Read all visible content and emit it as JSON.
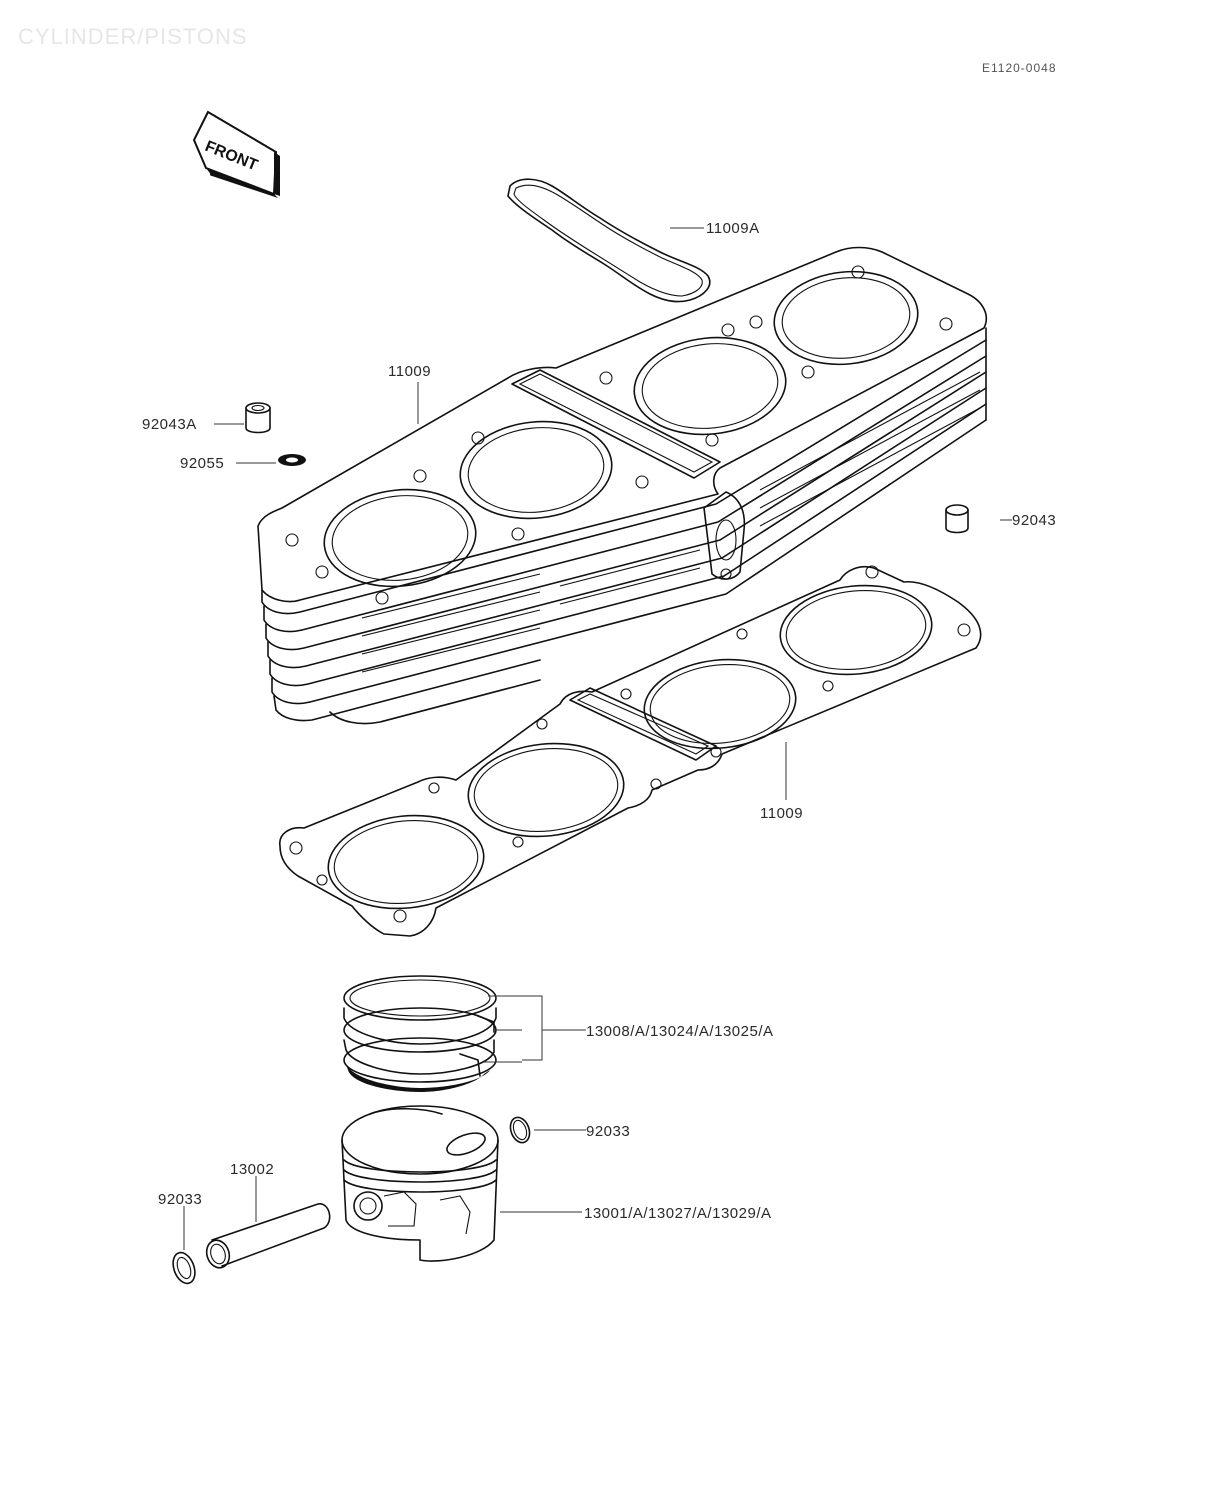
{
  "page": {
    "title": "CYLINDER/PISTONS",
    "code": "E1120-0048",
    "front_badge": "FRONT"
  },
  "parts": {
    "head_cover_gasket": "11009A",
    "head_gasket": "11009",
    "dowel_pin_left": "92043A",
    "washer": "92055",
    "dowel_pin_right": "92043",
    "base_gasket": "11009",
    "piston_rings": "13008/A/13024/A/13025/A",
    "circlip_right": "92033",
    "piston_pin": "13002",
    "circlip_left": "92033",
    "piston": "13001/A/13027/A/13029/A"
  }
}
